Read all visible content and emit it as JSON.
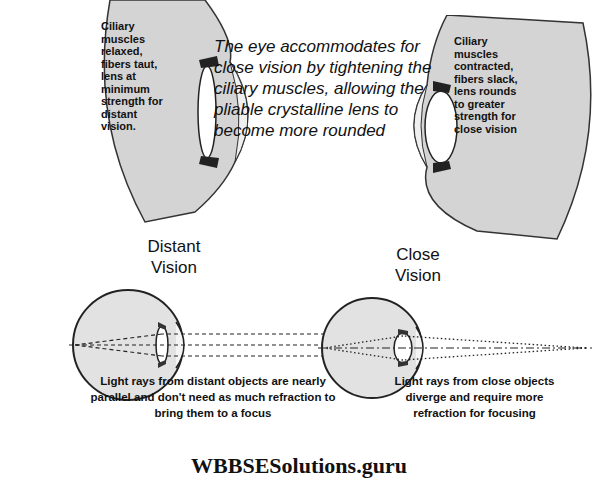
{
  "diagram": {
    "nodes": [
      {
        "text": [
          "Ciliary muscles relaxed, fibers taut, lens at minimum strength for distant vision."
        ]
      },
      {
        "text": [
          "Ciliary muscles contracted, fibers slack, lens rounds to greater strength for close vision"
        ]
      }
    ],
    "labels": [
      "The eye accommodates for close vision by tightening the ciliary muscles, allowing the pliable crystalline lens to become more rounded",
      "Distant Vision",
      "Close Vision",
      "Light rays from distant objects are nearly parallel and don't need as much refraction to bring them to a focus",
      "Light rays from close objects diverge and require more refraction for focusing",
      "WBBSESolutions.guru"
    ]
  }
}
